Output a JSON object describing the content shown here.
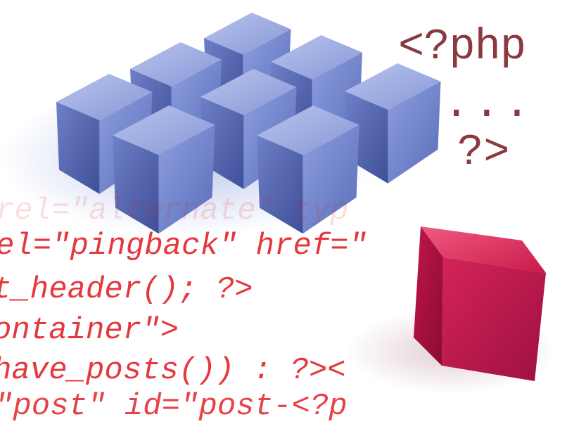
{
  "php": {
    "open": "<?php",
    "dots": "...",
    "close": "?>"
  },
  "code": {
    "line0": "rel=\"alternate\" typ",
    "line1": "el=\"pingback\" href=\"",
    "line2": "t_header(); ?>",
    "line3": "ontainer\">",
    "line4": "have_posts()) : ?><",
    "line5": "\"post\" id=\"post-<?p"
  },
  "colors": {
    "cube_blue": "#6f82c7",
    "cube_red": "#c9134a",
    "php_text": "#8a3a3e",
    "code_text": "#e2232a"
  },
  "icons": [
    "blue-cube-grid-icon",
    "red-cube-icon"
  ]
}
